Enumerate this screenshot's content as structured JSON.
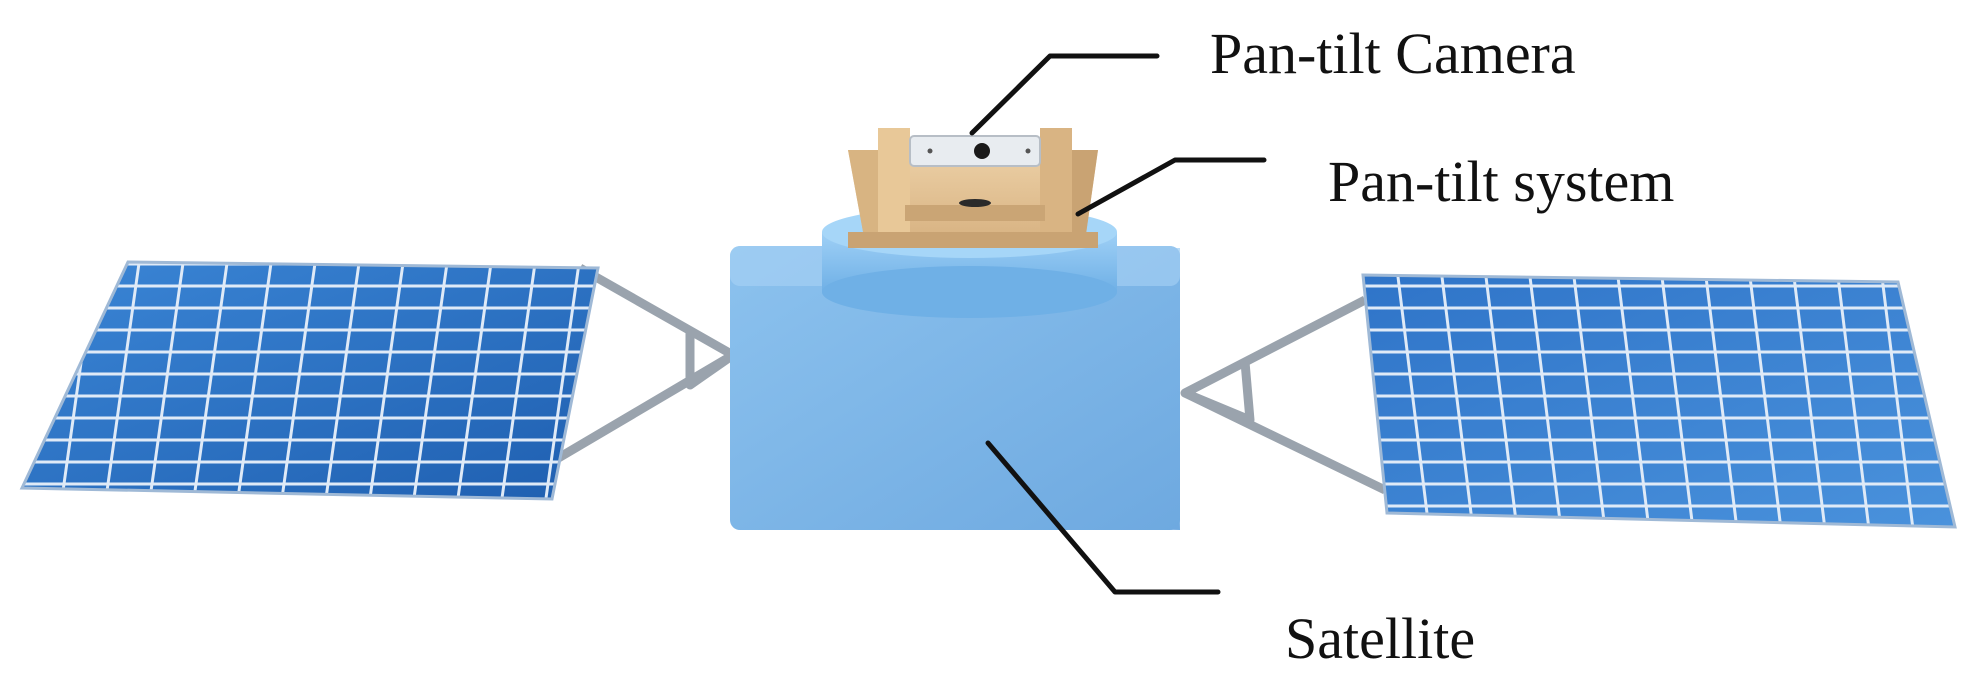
{
  "labels": {
    "camera": "Pan-tilt Camera",
    "pan_tilt_system": "Pan-tilt system",
    "satellite": "Satellite"
  },
  "colors": {
    "panel_dark": "#1f5fb0",
    "panel_light": "#3b86d6",
    "panel_grid": "#dfeaf7",
    "body_front": "#7fb8ea",
    "body_top": "#a9d2f5",
    "mount": "#e1bf92",
    "mount_shadow": "#c9a373",
    "strut": "#9aa3ad",
    "leader": "#111111"
  },
  "icons": {
    "camera": "camera-icon"
  }
}
